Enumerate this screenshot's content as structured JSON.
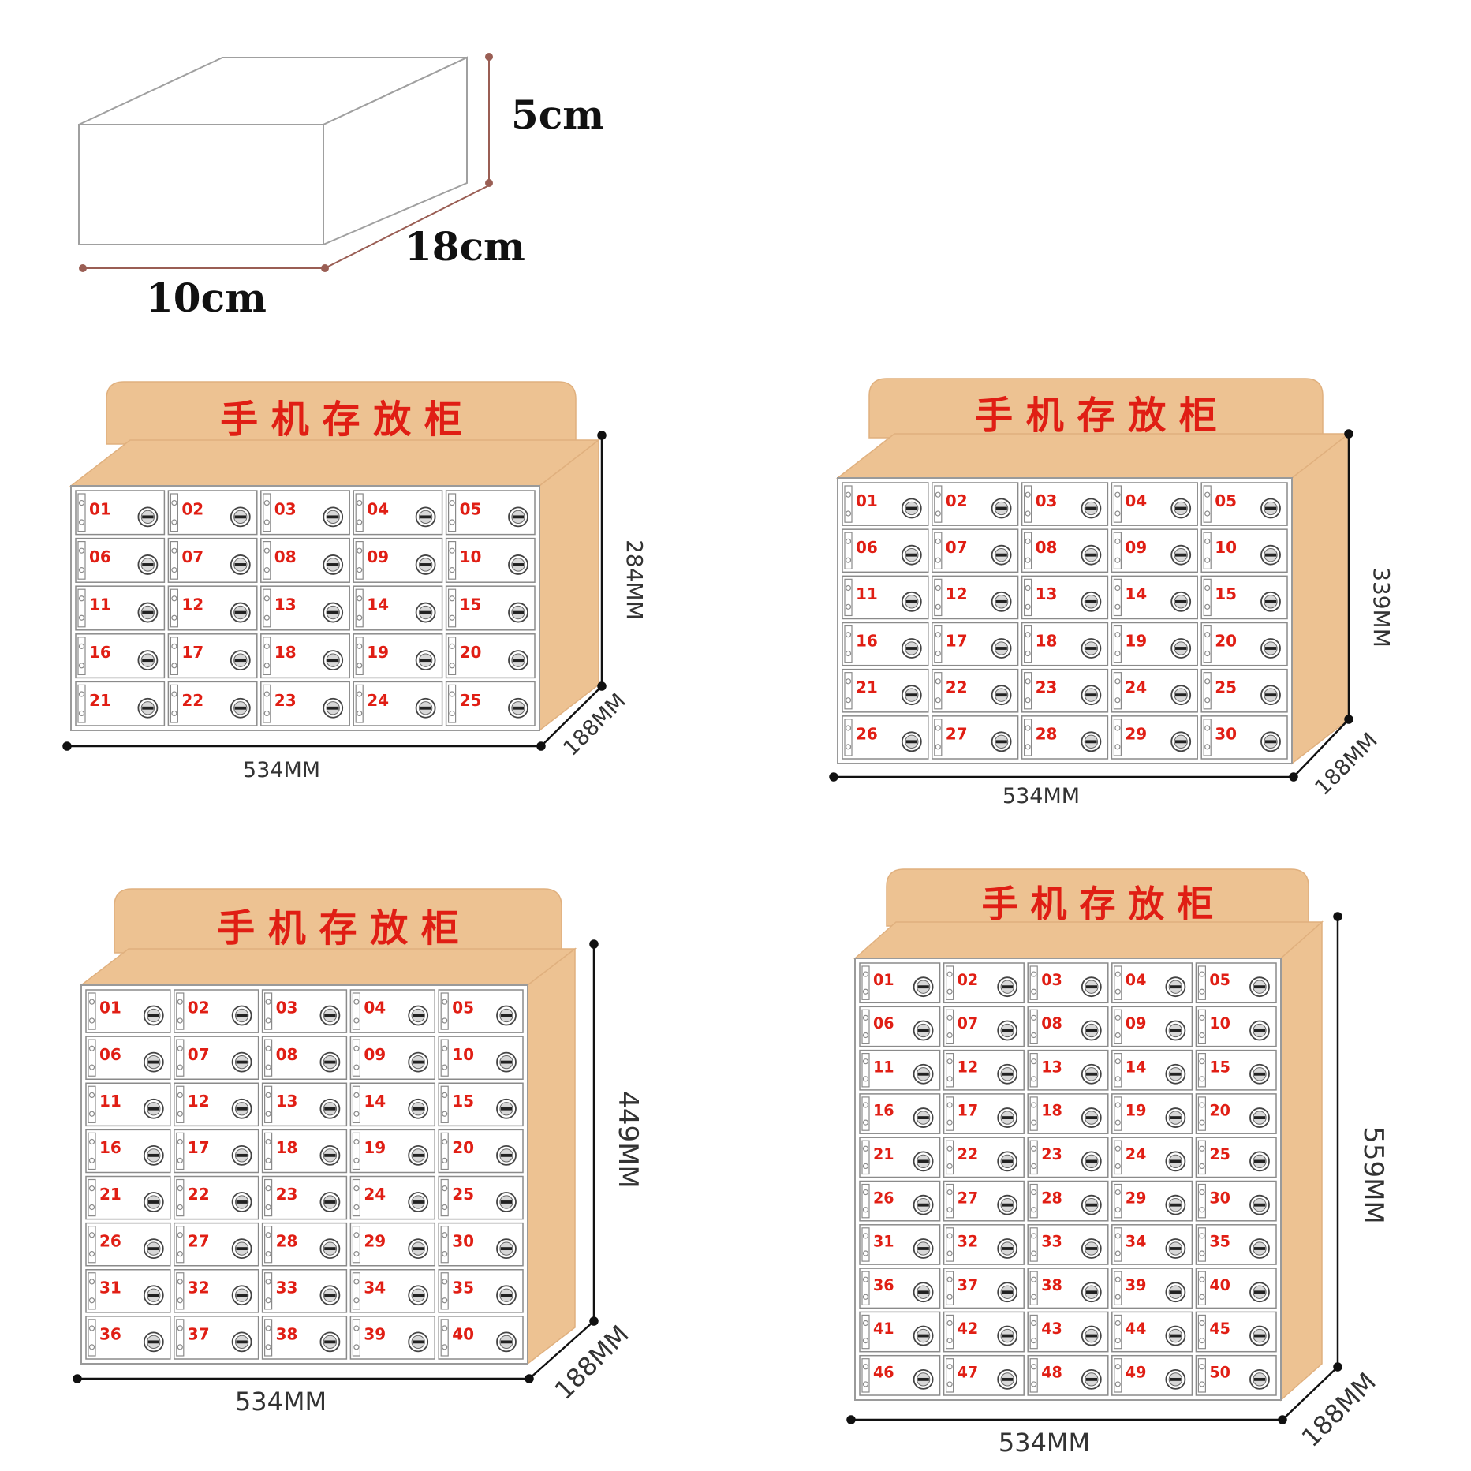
{
  "colors": {
    "cabinet": "#EDC292",
    "cabinet_stroke": "#E0B07E",
    "sign_text": "#E01E14",
    "number_text": "#E01E14",
    "dimension_line": "#111111",
    "box_edge": "#A0A0A0",
    "box_dim": "#9A5E54"
  },
  "box": {
    "height_label": "5cm",
    "depth_label": "18cm",
    "width_label": "10cm"
  },
  "cabinets": [
    {
      "id": "25",
      "sign": "手 机 存 放 柜",
      "numbers": [
        "01",
        "02",
        "03",
        "04",
        "05",
        "06",
        "07",
        "08",
        "09",
        "10",
        "11",
        "12",
        "13",
        "14",
        "15",
        "16",
        "17",
        "18",
        "19",
        "20",
        "21",
        "22",
        "23",
        "24",
        "25"
      ],
      "width_label": "534MM",
      "depth_label": "188MM",
      "height_label": "284MM"
    },
    {
      "id": "30",
      "sign": "手 机 存 放 柜",
      "numbers": [
        "01",
        "02",
        "03",
        "04",
        "05",
        "06",
        "07",
        "08",
        "09",
        "10",
        "11",
        "12",
        "13",
        "14",
        "15",
        "16",
        "17",
        "18",
        "19",
        "20",
        "21",
        "22",
        "23",
        "24",
        "25",
        "26",
        "27",
        "28",
        "29",
        "30"
      ],
      "width_label": "534MM",
      "depth_label": "188MM",
      "height_label": "339MM"
    },
    {
      "id": "40",
      "sign": "手 机 存 放 柜",
      "numbers": [
        "01",
        "02",
        "03",
        "04",
        "05",
        "06",
        "07",
        "08",
        "09",
        "10",
        "11",
        "12",
        "13",
        "14",
        "15",
        "16",
        "17",
        "18",
        "19",
        "20",
        "21",
        "22",
        "23",
        "24",
        "25",
        "26",
        "27",
        "28",
        "29",
        "30",
        "31",
        "32",
        "33",
        "34",
        "35",
        "36",
        "37",
        "38",
        "39",
        "40"
      ],
      "width_label": "534MM",
      "depth_label": "188MM",
      "height_label": "449MM"
    },
    {
      "id": "50",
      "sign": "手 机 存 放 柜",
      "numbers": [
        "01",
        "02",
        "03",
        "04",
        "05",
        "06",
        "07",
        "08",
        "09",
        "10",
        "11",
        "12",
        "13",
        "14",
        "15",
        "16",
        "17",
        "18",
        "19",
        "20",
        "21",
        "22",
        "23",
        "24",
        "25",
        "26",
        "27",
        "28",
        "29",
        "30",
        "31",
        "32",
        "33",
        "34",
        "35",
        "36",
        "37",
        "38",
        "39",
        "40",
        "41",
        "42",
        "43",
        "44",
        "45",
        "46",
        "47",
        "48",
        "49",
        "50"
      ],
      "width_label": "534MM",
      "depth_label": "188MM",
      "height_label": "559MM"
    }
  ]
}
